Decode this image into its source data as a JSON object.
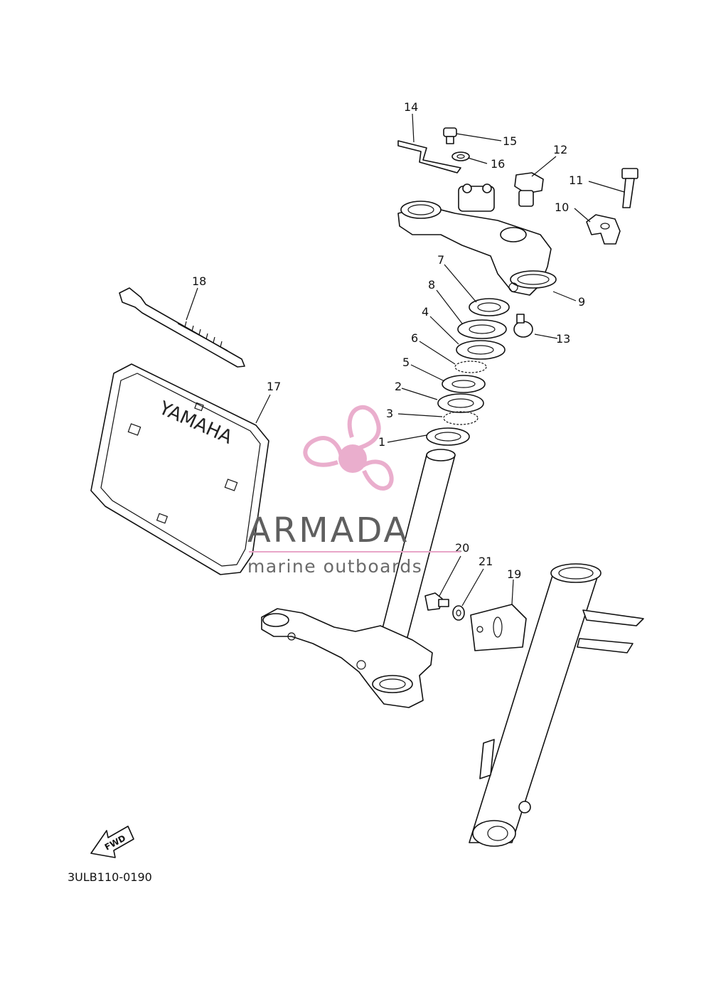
{
  "diagram": {
    "code": "3ULB110-0190",
    "fwd_label": "FWD",
    "brand_on_part": "YAMAHA",
    "callouts": [
      "14",
      "15",
      "16",
      "12",
      "11",
      "10",
      "9",
      "7",
      "8",
      "13",
      "4",
      "6",
      "5",
      "2",
      "3",
      "1",
      "18",
      "17",
      "20",
      "21",
      "19"
    ]
  },
  "watermark": {
    "title": "ARMADA",
    "subtitle": "marine outboards",
    "color": "#e8a6c8"
  }
}
